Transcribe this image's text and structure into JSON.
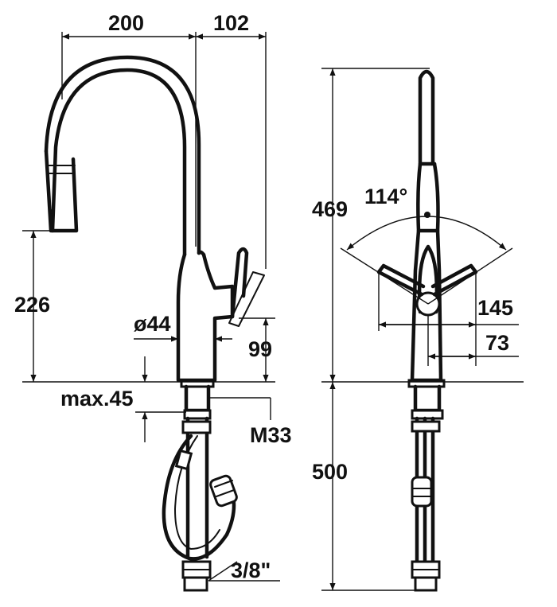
{
  "labels": {
    "width_200": "200",
    "width_102": "102",
    "height_226": "226",
    "diameter_44": "ø44",
    "height_99": "99",
    "max_45": "max.45",
    "thread_m33": "M33",
    "hose_3_8": "3/8\"",
    "height_469": "469",
    "angle_114": "114°",
    "width_145": "145",
    "width_73": "73",
    "length_500": "500"
  },
  "colors": {
    "line": "#111111",
    "background": "#ffffff"
  }
}
